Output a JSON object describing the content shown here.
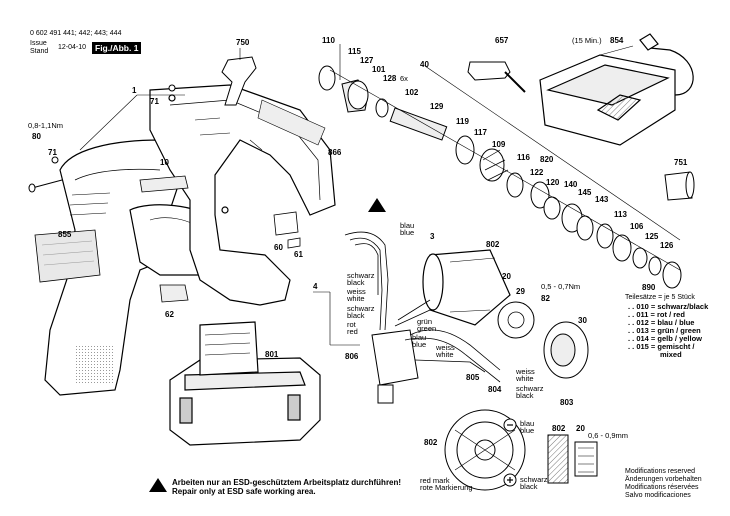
{
  "header": {
    "part_numbers": "0 602 491 441; 442; 443; 444",
    "issue_label": "Issue",
    "stand_label": "Stand",
    "issue_date": "12-04-10",
    "figure_label": "Fig./Abb. 1"
  },
  "part_labels": {
    "p1": "1",
    "p3": "3",
    "p4": "4",
    "p10": "10",
    "p20a": "20",
    "p20b": "20",
    "p29": "29",
    "p30": "30",
    "p40": "40",
    "p60": "60",
    "p61": "61",
    "p62": "62",
    "p71a": "71",
    "p71b": "71",
    "p80": "80",
    "p82": "82",
    "p101": "101",
    "p102": "102",
    "p106": "106",
    "p109": "109",
    "p110": "110",
    "p113": "113",
    "p115": "115",
    "p116": "116",
    "p117": "117",
    "p119": "119",
    "p120": "120",
    "p122": "122",
    "p125": "125",
    "p126": "126",
    "p127": "127",
    "p128": "128",
    "p129": "129",
    "p140": "140",
    "p143": "143",
    "p145": "145",
    "p657": "657",
    "p750": "750",
    "p751": "751",
    "p801": "801",
    "p802a": "802",
    "p802b": "802",
    "p802c": "802",
    "p803": "803",
    "p804": "804",
    "p805": "805",
    "p806": "806",
    "p820": "820",
    "p854": "854",
    "p855": "855",
    "p866": "866",
    "p890": "890"
  },
  "annotations": {
    "torque_80": "0,8-1,1Nm",
    "torque_82": "0,5 - 0,7Nm",
    "qty_128": "6x",
    "charger_time": "(15 Min.)",
    "gap": "0,6 - 0,9mm"
  },
  "wire_labels": {
    "blau_blue_top": [
      "blau",
      "blue"
    ],
    "schwarz_black": [
      "schwarz",
      "black"
    ],
    "weiss_white": [
      "weiss",
      "white"
    ],
    "schwarz_black_2": [
      "schwarz",
      "black"
    ],
    "rot_red": [
      "rot",
      "red"
    ],
    "gruen_green": [
      "grün",
      "green"
    ],
    "blau_blue_mid": [
      "blau",
      "blue"
    ],
    "weiss_white_2": [
      "weiss",
      "white"
    ],
    "weiss_white_3": [
      "weiss",
      "white"
    ],
    "schwarz_black_3": [
      "schwarz",
      "black"
    ],
    "blau_blue_bottom": [
      "blau",
      "blue"
    ],
    "schwarz_black_bottom": [
      "schwarz",
      "black"
    ],
    "red_mark": [
      "red mark",
      "rote Markierung"
    ]
  },
  "teilesaetze": {
    "title": "Teilesätze = je 5 Stück",
    "items": [
      ". . 010 = schwarz/black",
      ". . 011 = rot / red",
      ". . 012 = blau / blue",
      ". . 013 = grün / green",
      ". . 014 = gelb / yellow",
      ". . 015 = gemischt /",
      "mixed"
    ]
  },
  "warning": {
    "line1": "Arbeiten nur an ESD-geschütztem Arbeitsplatz durchführen!",
    "line2": "Repair only at ESD safe working area."
  },
  "modifications": [
    "Modifications reserved",
    "Änderungen vorbehalten",
    "Modifications réservées",
    "Salvo modificaciones"
  ],
  "colors": {
    "line": "#000000",
    "hatch": "#555555"
  }
}
